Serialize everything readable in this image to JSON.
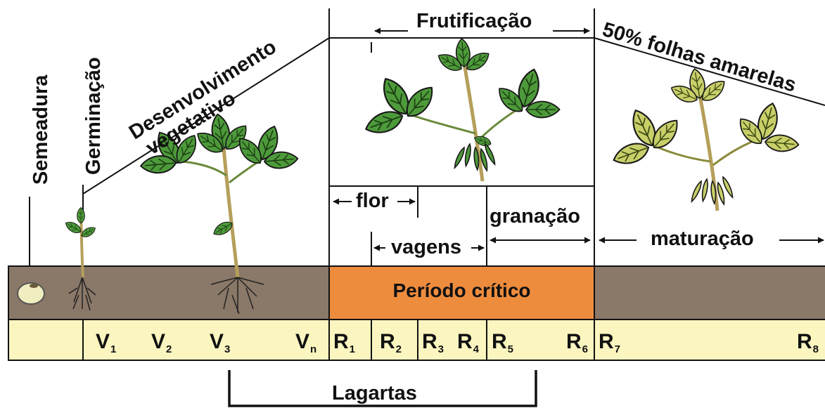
{
  "colors": {
    "soil": "#8a7868",
    "critical": "#ee8c3e",
    "stage_band": "#fbf5c0",
    "leaf_green": "#4d9a3a",
    "leaf_yellow": "#c9cf69",
    "line": "#111111"
  },
  "labels": {
    "semeadura": "Semeadura",
    "germinacao": "Germinação",
    "desenvolvimento": "Desenvolvimento",
    "vegetativo": "vegetativo",
    "frutificacao": "Frutificação",
    "folhas": "50% folhas amarelas",
    "flor": "flor",
    "vagens": "vagens",
    "granacao": "granação",
    "maturacao": "maturação",
    "periodo_critico": "Período crítico",
    "lagartas": "Lagartas"
  },
  "stages": [
    {
      "letter": "V",
      "sub": "1"
    },
    {
      "letter": "V",
      "sub": "2"
    },
    {
      "letter": "V",
      "sub": "3"
    },
    {
      "letter": "V",
      "sub": "n"
    },
    {
      "letter": "R",
      "sub": "1"
    },
    {
      "letter": "R",
      "sub": "2"
    },
    {
      "letter": "R",
      "sub": "3"
    },
    {
      "letter": "R",
      "sub": "4"
    },
    {
      "letter": "R",
      "sub": "5"
    },
    {
      "letter": "R",
      "sub": "6"
    },
    {
      "letter": "R",
      "sub": "7"
    },
    {
      "letter": "R",
      "sub": "8"
    }
  ]
}
